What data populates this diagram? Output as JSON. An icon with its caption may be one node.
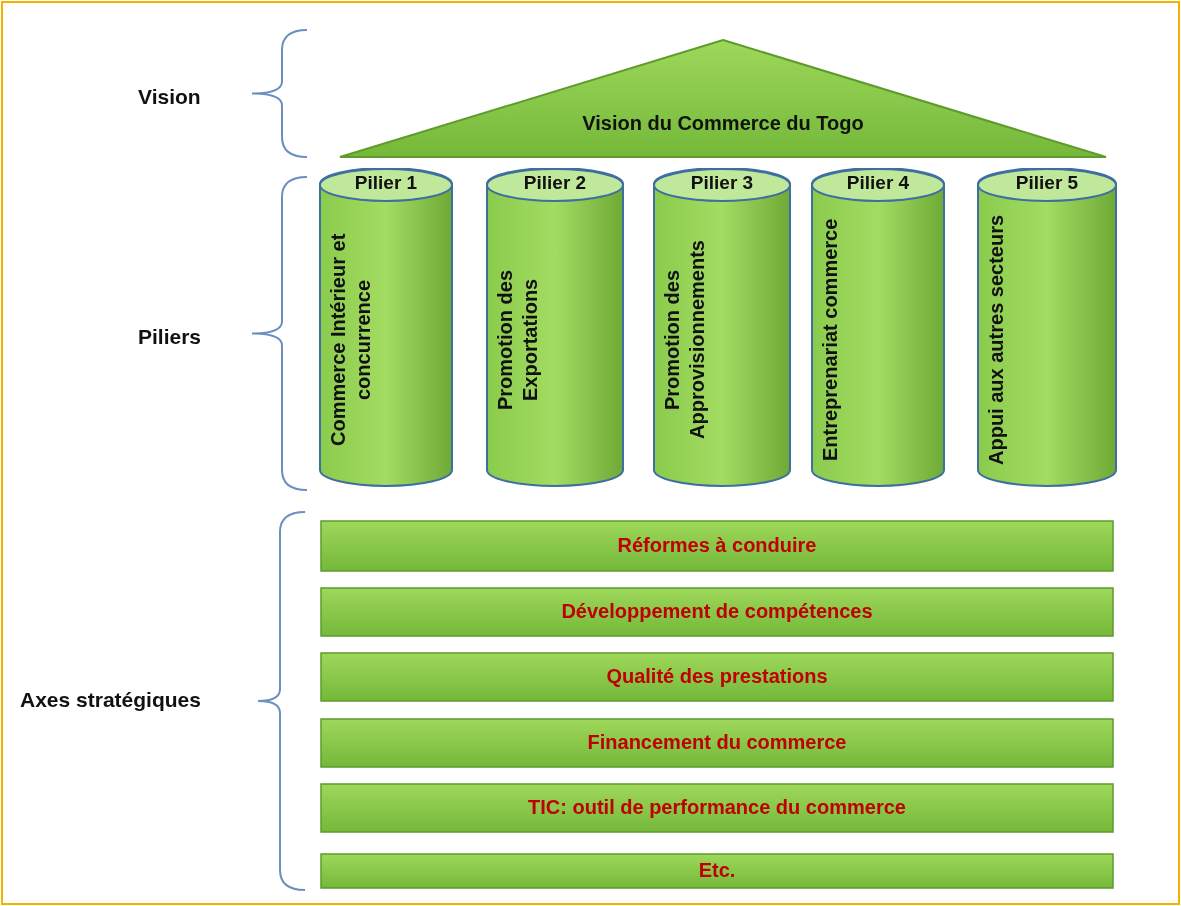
{
  "diagram": {
    "nodes": [
      {
        "text": [
          "Vision du Commerce du Togo"
        ]
      },
      {
        "text": [
          "Pilier 1",
          "Commerce Intérieur et concurrence"
        ]
      },
      {
        "text": [
          "Pilier 2",
          "Promotion des Exportations"
        ]
      },
      {
        "text": [
          "Pilier 3",
          "Promotion des Approvisionnements"
        ]
      },
      {
        "text": [
          "Pilier 4",
          "Entreprenariat commerce"
        ]
      },
      {
        "text": [
          "Pilier 5",
          "Appui aux autres secteurs"
        ]
      },
      {
        "text": [
          "Réformes à conduire"
        ]
      },
      {
        "text": [
          "Développement de compétences"
        ]
      },
      {
        "text": [
          "Qualité des prestations"
        ]
      },
      {
        "text": [
          "Financement du commerce"
        ]
      },
      {
        "text": [
          "TIC: outil de performance du commerce"
        ]
      },
      {
        "text": [
          "Etc."
        ]
      }
    ],
    "edges": [],
    "labels": [
      "Vision",
      "Piliers",
      "Axes stratégiques"
    ]
  }
}
